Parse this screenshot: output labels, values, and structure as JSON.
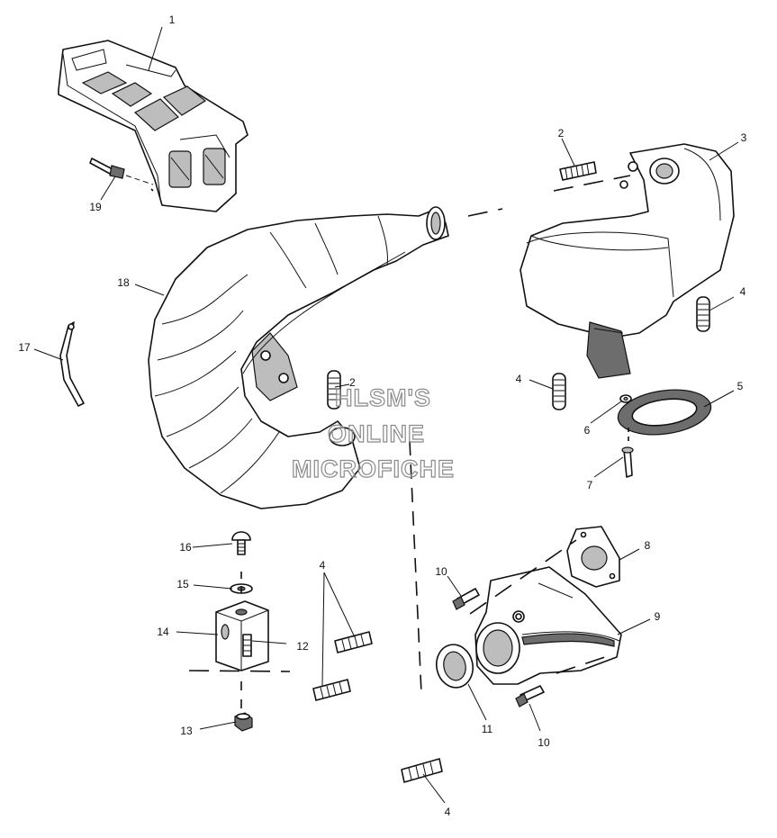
{
  "watermark": {
    "line1": "HLSM'S",
    "line2": "ONLINE",
    "line3": "MICROFICHE"
  },
  "callouts": [
    {
      "id": "c1",
      "text": "1"
    },
    {
      "id": "c2a",
      "text": "2"
    },
    {
      "id": "c3",
      "text": "3"
    },
    {
      "id": "c2b",
      "text": "2"
    },
    {
      "id": "c4a",
      "text": "4"
    },
    {
      "id": "c4b",
      "text": "4"
    },
    {
      "id": "c5",
      "text": "5"
    },
    {
      "id": "c6",
      "text": "6"
    },
    {
      "id": "c7",
      "text": "7"
    },
    {
      "id": "c8",
      "text": "8"
    },
    {
      "id": "c9",
      "text": "9"
    },
    {
      "id": "c10a",
      "text": "10"
    },
    {
      "id": "c10b",
      "text": "10"
    },
    {
      "id": "c11",
      "text": "11"
    },
    {
      "id": "c12",
      "text": "12"
    },
    {
      "id": "c13",
      "text": "13"
    },
    {
      "id": "c14",
      "text": "14"
    },
    {
      "id": "c15",
      "text": "15"
    },
    {
      "id": "c16",
      "text": "16"
    },
    {
      "id": "c17",
      "text": "17"
    },
    {
      "id": "c18",
      "text": "18"
    },
    {
      "id": "c19",
      "text": "19"
    },
    {
      "id": "c4c",
      "text": "4"
    },
    {
      "id": "c4d",
      "text": "4"
    }
  ]
}
